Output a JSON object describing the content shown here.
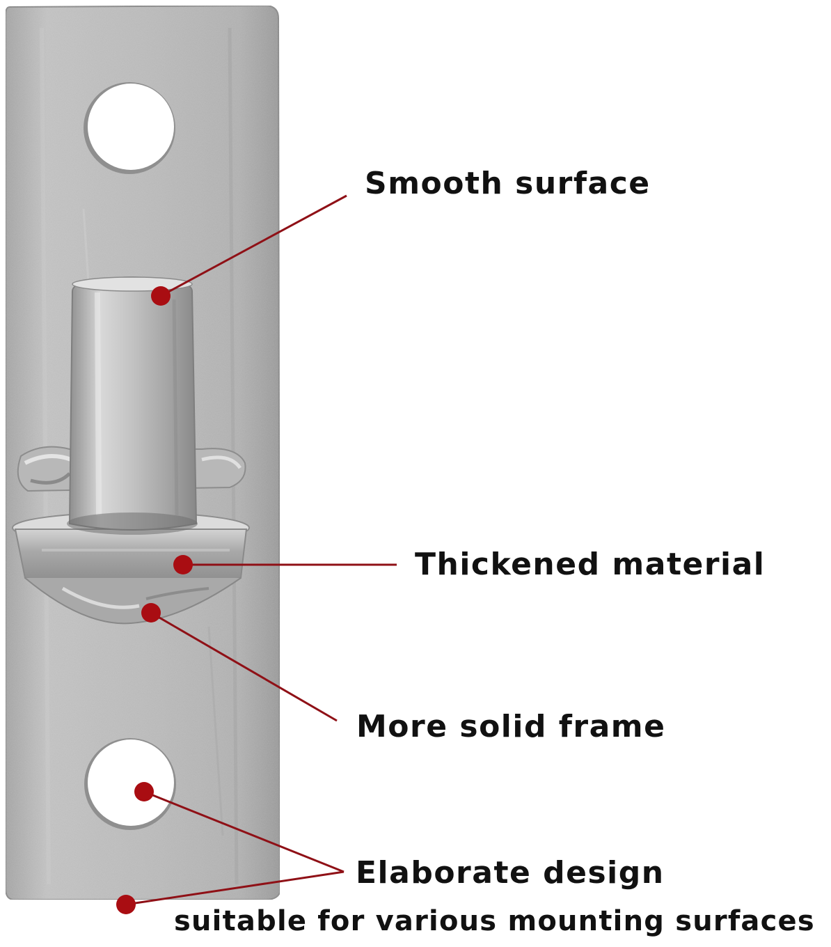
{
  "callouts": {
    "smooth_surface": "Smooth surface",
    "thickened_material": "Thickened material",
    "more_solid_frame": "More solid frame",
    "elaborate_design_line1": "Elaborate design",
    "elaborate_design_line2": "suitable for various mounting surfaces"
  },
  "colors": {
    "callout_dot": "#a90d12",
    "callout_line": "#8f1016",
    "label_text": "#111111",
    "metal": "#b9b9b9"
  },
  "product": {
    "description": "galvanized steel hinge pin plate with welded pintle",
    "holes": 2
  }
}
